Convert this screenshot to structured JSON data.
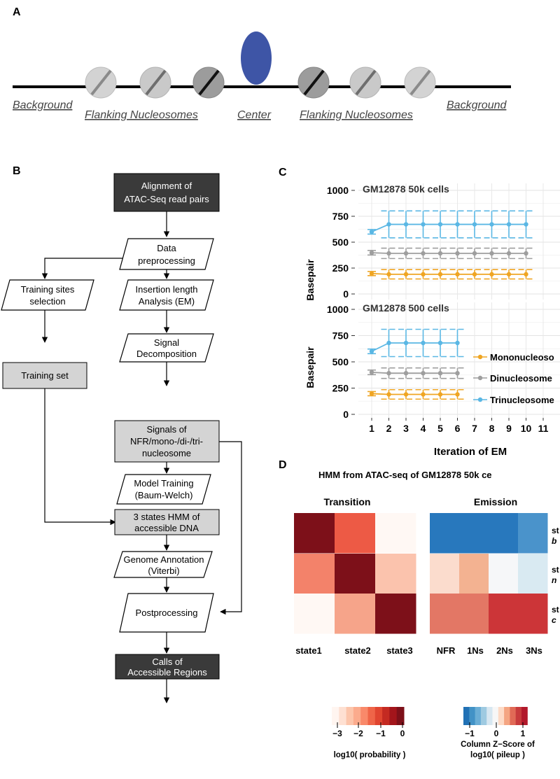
{
  "panelA": {
    "letter": "A",
    "labels": [
      "Background",
      "Flanking Nucleosomes",
      "Center",
      "Flanking Nucleosomes",
      "Background"
    ]
  },
  "panelB": {
    "letter": "B",
    "nodes": {
      "alignment": [
        "Alignment of",
        "ATAC-Seq read pairs"
      ],
      "preprocess": [
        "Data",
        "preprocessing"
      ],
      "training_sites": [
        "Training sites",
        "selection"
      ],
      "insertion": [
        "Insertion length",
        "Analysis (EM)"
      ],
      "signal_decomp": [
        "Signal",
        "Decomposition"
      ],
      "training_set": [
        "Training set"
      ],
      "signals": [
        "Signals of",
        "NFR/mono-/di-/tri-",
        "nucleosome"
      ],
      "model_training": [
        "Model Training",
        "(Baum-Welch)"
      ],
      "hmm": [
        "3 states HMM of",
        "accessible DNA"
      ],
      "annotation": [
        "Genome Annotation",
        "(Viterbi)"
      ],
      "postprocessing": [
        "Postprocessing"
      ],
      "calls": [
        "Calls of",
        "Accessible Regions"
      ]
    }
  },
  "panelC": {
    "letter": "C",
    "xlabel": "Iteration of EM",
    "ylabel": "Basepair",
    "legend": [
      "Mononucleoso",
      "Dinucleosome",
      "Trinucleosome"
    ]
  },
  "panelD": {
    "letter": "D",
    "title": "HMM from ATAC-seq of GM12878 50k ce",
    "transition_title": "Transition",
    "emission_title": "Emission",
    "state_labels": [
      {
        "top": "st",
        "bottom": "b"
      },
      {
        "top": "st",
        "bottom": "n"
      },
      {
        "top": "st",
        "bottom": "c"
      }
    ],
    "transition_cols": [
      "state1",
      "state2",
      "state3"
    ],
    "emission_cols": [
      "NFR",
      "1Ns",
      "2Ns",
      "3Ns"
    ],
    "scale1_ticks": [
      "−3",
      "−2",
      "−1",
      "0"
    ],
    "scale1_title": "log10( probability )",
    "scale2_ticks": [
      "−1",
      "0",
      "1"
    ],
    "scale2_title": [
      "Column Z−Score of",
      "log10( pileup )"
    ]
  },
  "colors": {
    "nuc_light": "#d3d3d3",
    "nuc_mid": "#a8a8a8",
    "nuc_dark": "#7d7d7d",
    "center": "#3e55a6",
    "dark_box": "#3a3a3a",
    "gray_box": "#d4d4d4",
    "mono": "#efa523",
    "di": "#9e9e9e",
    "tri": "#5ab7e4"
  },
  "chart_data": [
    {
      "type": "line",
      "title": "GM12878 50k cells",
      "ylim": [
        0,
        1000
      ],
      "yticks": [
        0,
        250,
        500,
        750,
        1000
      ],
      "x": [
        1,
        2,
        3,
        4,
        5,
        6,
        7,
        8,
        9,
        10
      ],
      "grid": true,
      "series": [
        {
          "name": "Mononucleoso",
          "values": [
            197,
            190,
            190,
            190,
            190,
            190,
            190,
            190,
            190,
            190
          ],
          "error": [
            20,
            45,
            45,
            45,
            45,
            45,
            45,
            45,
            45,
            45
          ]
        },
        {
          "name": "Dinucleosome",
          "values": [
            398,
            392,
            392,
            392,
            392,
            392,
            392,
            392,
            392,
            392
          ],
          "error": [
            22,
            50,
            50,
            50,
            50,
            50,
            50,
            50,
            50,
            50
          ]
        },
        {
          "name": "Trinucleosome",
          "values": [
            600,
            672,
            672,
            672,
            672,
            672,
            672,
            672,
            672,
            672
          ],
          "error": [
            22,
            130,
            130,
            130,
            130,
            130,
            130,
            130,
            130,
            130
          ]
        }
      ]
    },
    {
      "type": "line",
      "title": "GM12878 500 cells",
      "ylim": [
        0,
        1000
      ],
      "yticks": [
        0,
        250,
        500,
        750,
        1000
      ],
      "x": [
        1,
        2,
        3,
        4,
        5,
        6
      ],
      "xticks": [
        1,
        2,
        3,
        4,
        5,
        6,
        7,
        8,
        9,
        10,
        11
      ],
      "grid": true,
      "series": [
        {
          "name": "Mononucleoso",
          "values": [
            197,
            190,
            190,
            190,
            190,
            190
          ],
          "error": [
            20,
            45,
            45,
            45,
            45,
            45
          ]
        },
        {
          "name": "Dinucleosome",
          "values": [
            400,
            392,
            392,
            392,
            392,
            392
          ],
          "error": [
            22,
            50,
            50,
            50,
            50,
            50
          ]
        },
        {
          "name": "Trinucleosome",
          "values": [
            600,
            680,
            680,
            680,
            680,
            680
          ],
          "error": [
            22,
            130,
            130,
            130,
            130,
            130
          ]
        }
      ]
    },
    {
      "type": "heatmap",
      "title": "Transition",
      "columns": [
        "state1",
        "state2",
        "state3"
      ],
      "colors": [
        [
          "#7d1019",
          "#ed5a45",
          "#fff8f4"
        ],
        [
          "#f3826a",
          "#7d1019",
          "#fbc3ad"
        ],
        [
          "#fff8f4",
          "#f6a48a",
          "#7d1019"
        ]
      ]
    },
    {
      "type": "heatmap",
      "title": "Emission",
      "columns": [
        "NFR",
        "1Ns",
        "2Ns",
        "3Ns"
      ],
      "colors": [
        [
          "#2878bd",
          "#2878bd",
          "#2878bd",
          "#4a93cb"
        ],
        [
          "#fbdccd",
          "#f3b291",
          "#f6f7f9",
          "#d9eaf2"
        ],
        [
          "#e37765",
          "#e37765",
          "#cc3538",
          "#cc3538"
        ]
      ]
    }
  ]
}
